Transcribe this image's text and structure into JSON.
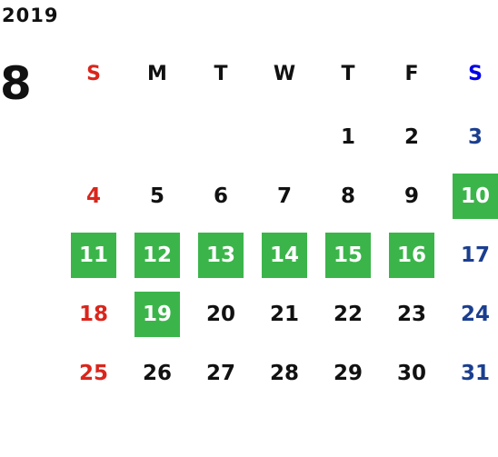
{
  "calendar": {
    "year": "2019",
    "month": "8",
    "weekdays": [
      "S",
      "M",
      "T",
      "W",
      "T",
      "F",
      "S"
    ],
    "weeks": [
      [
        "",
        "",
        "",
        "",
        "1",
        "2",
        "3"
      ],
      [
        "4",
        "5",
        "6",
        "7",
        "8",
        "9",
        "10"
      ],
      [
        "11",
        "12",
        "13",
        "14",
        "15",
        "16",
        "17"
      ],
      [
        "18",
        "19",
        "20",
        "21",
        "22",
        "23",
        "24"
      ],
      [
        "25",
        "26",
        "27",
        "28",
        "29",
        "30",
        "31"
      ]
    ],
    "highlighted_days": [
      "10",
      "11",
      "12",
      "13",
      "14",
      "15",
      "16",
      "19"
    ]
  },
  "colors": {
    "sunday": "#d9261c",
    "saturday_header": "#0000e6",
    "saturday": "#1b3f8f",
    "weekday": "#111111",
    "highlight_bg": "#3bb54a",
    "highlight_text": "#ffffff"
  }
}
